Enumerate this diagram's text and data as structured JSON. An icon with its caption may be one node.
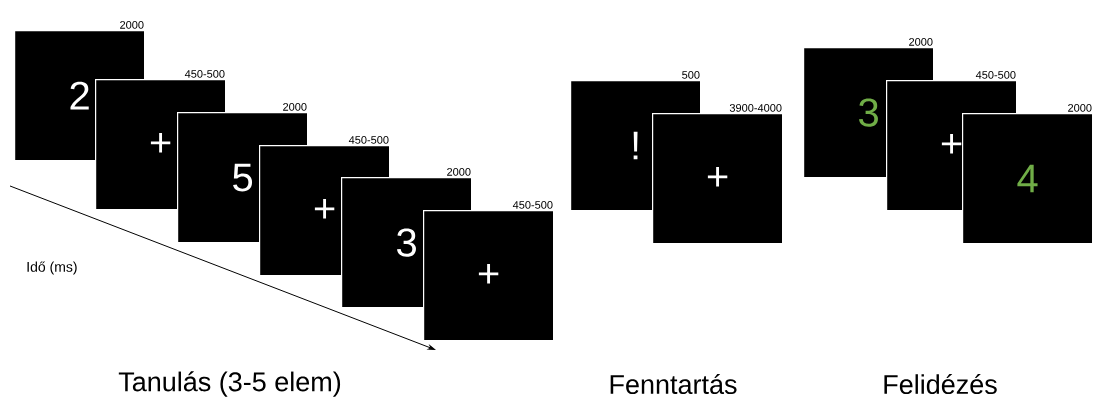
{
  "diagram": {
    "nodes": [
      {
        "text": [
          "2"
        ],
        "beside": [
          "2000"
        ]
      },
      {
        "text": [
          "+"
        ],
        "beside": [
          "450-500"
        ]
      },
      {
        "text": [
          "5"
        ],
        "beside": [
          "2000"
        ]
      },
      {
        "text": [
          "+"
        ],
        "beside": [
          "450-500"
        ]
      },
      {
        "text": [
          "3"
        ],
        "beside": [
          "2000"
        ]
      },
      {
        "text": [
          "+"
        ],
        "beside": [
          "450-500"
        ]
      },
      {
        "text": [
          "!"
        ],
        "beside": [
          "500"
        ]
      },
      {
        "text": [
          "+"
        ],
        "beside": [
          "3900-4000"
        ]
      },
      {
        "text": [
          "3"
        ],
        "beside": [
          "2000"
        ]
      },
      {
        "text": [
          "+"
        ],
        "beside": [
          "450-500"
        ]
      },
      {
        "text": [
          "4"
        ],
        "beside": [
          "2000"
        ]
      }
    ],
    "labels": [
      "Idő (ms)",
      "Tanulás (3-5 elem)",
      "Fenntartás",
      "Felidézés"
    ]
  }
}
